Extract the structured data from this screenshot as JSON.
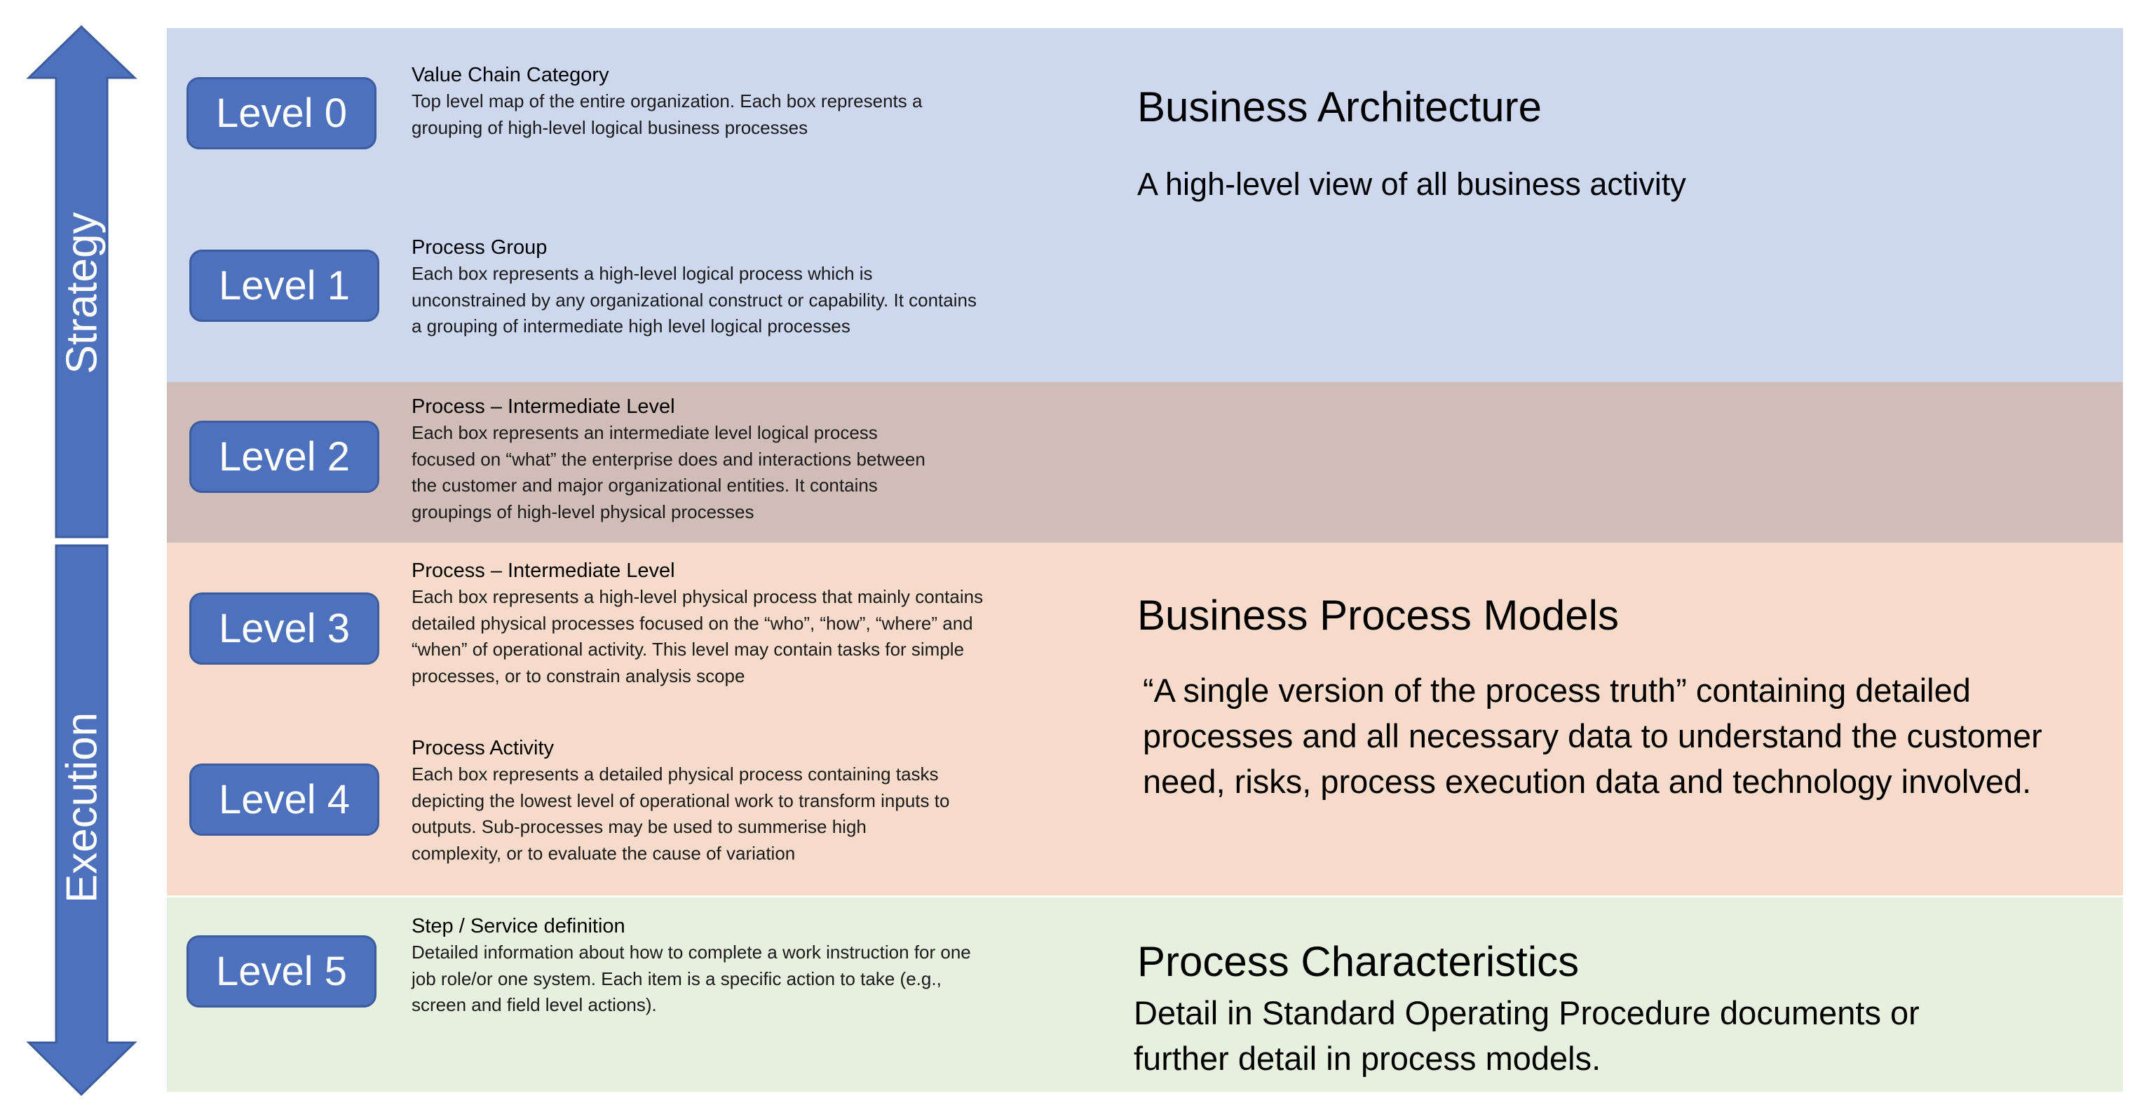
{
  "axis": {
    "strategy_label": "Strategy",
    "execution_label": "Execution",
    "arrow_color": "#4e71be"
  },
  "bands": {
    "business_architecture_color": "#cdd7ee",
    "intermediate_color": "#d0bdb8",
    "process_models_color": "#f6dbcb",
    "characteristics_color": "#e6f0df"
  },
  "levels": [
    {
      "label": "Level 0",
      "title": "Value Chain Category",
      "description": "Top level map of the entire organization. Each box represents a grouping of high-level logical business processes"
    },
    {
      "label": "Level 1",
      "title": "Process Group",
      "description": "Each box represents a high-level logical process which is unconstrained by any organizational construct or capability. It contains a grouping of intermediate high level logical processes"
    },
    {
      "label": "Level 2",
      "title": "Process – Intermediate Level",
      "description": "Each box represents an intermediate level logical process focused on “what” the enterprise does and interactions between the customer and major organizational entities. It contains groupings of high-level physical processes"
    },
    {
      "label": "Level 3",
      "title": "Process – Intermediate Level",
      "description": "Each box represents  a high-level physical process that mainly contains detailed physical processes focused on the “who”, “how”, “where” and “when” of operational activity. This level may contain tasks for simple processes, or to constrain analysis scope"
    },
    {
      "label": "Level 4",
      "title": "Process Activity",
      "description": "Each box represents a detailed physical process containing tasks depicting the lowest level of operational work to transform inputs to outputs. Sub-processes may be used to summerise high complexity, or to evaluate the cause of variation"
    },
    {
      "label": "Level 5",
      "title": "Step / Service definition",
      "description": "Detailed information about how to complete a work instruction for one job role/or one system. Each item is a specific action to take (e.g., screen and field level actions)."
    }
  ],
  "sections": {
    "business_architecture": {
      "heading": "Business Architecture",
      "body": "A high-level view of all business activity"
    },
    "business_process_models": {
      "heading": "Business Process Models",
      "body": "“A single version of the process truth” containing detailed processes and all necessary data to understand the customer need, risks, process execution data and technology involved."
    },
    "process_characteristics": {
      "heading": "Process Characteristics",
      "body": "Detail in Standard Operating Procedure documents or further detail in process models."
    }
  }
}
